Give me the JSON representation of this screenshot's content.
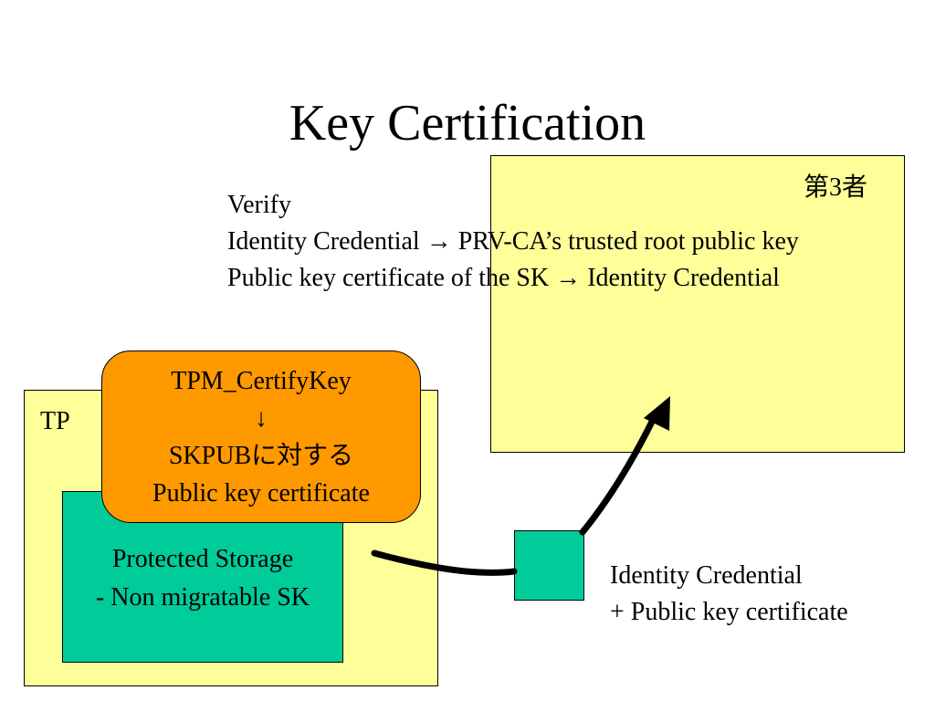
{
  "title": "Key Certification",
  "third_party": {
    "label": "第3者"
  },
  "verify": {
    "heading": "Verify",
    "line1": "Identity Credential → PRV-CA’s trusted root public key",
    "line2": "Public key certificate of the SK → Identity Credential"
  },
  "tp": {
    "label": "TP"
  },
  "protected_storage": {
    "line1": "Protected Storage",
    "line2": "- Non migratable SK"
  },
  "certify_key": {
    "line1": "TPM_CertifyKey",
    "line2": "↓",
    "line3": "SKPUBに対する",
    "line4": "Public key certificate"
  },
  "output": {
    "line1": "Identity Credential",
    "line2": "+ Public key certificate"
  },
  "colors": {
    "pale_yellow": "#ffff99",
    "teal_green": "#00cc99",
    "orange": "#ff9900"
  }
}
